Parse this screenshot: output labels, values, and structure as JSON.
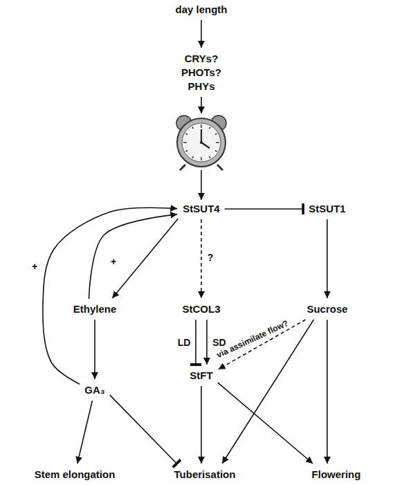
{
  "diagram": {
    "nodes": [
      {
        "text": [
          "day length"
        ]
      },
      {
        "text": [
          "CRYs? PHOTs? PHYs"
        ]
      },
      {
        "text": [
          "StSUT4"
        ]
      },
      {
        "text": [
          "StSUT1"
        ]
      },
      {
        "text": [
          "Ethylene"
        ]
      },
      {
        "text": [
          "StCOL3"
        ]
      },
      {
        "text": [
          "Sucrose"
        ]
      },
      {
        "text": [
          "StFT"
        ]
      },
      {
        "text": [
          "GA₃"
        ]
      },
      {
        "text": [
          "Stem elongation"
        ]
      },
      {
        "text": [
          "Tuberisation"
        ]
      },
      {
        "text": [
          "Flowering"
        ]
      }
    ],
    "edges": [
      {
        "from": 0,
        "to": 1,
        "arrow": "to"
      },
      {
        "from": 2,
        "to": 3,
        "arrow": "to"
      },
      {
        "from": 2,
        "to": 4,
        "arrow": "to"
      },
      {
        "from": 4,
        "to": 2,
        "arrow": "to",
        "label": "+"
      },
      {
        "from": 8,
        "to": 2,
        "arrow": "to",
        "label": "+"
      },
      {
        "from": 2,
        "to": 5,
        "arrow": "to",
        "label": "?"
      },
      {
        "from": 5,
        "to": 7,
        "arrow": "to",
        "label": "LD"
      },
      {
        "from": 5,
        "to": 7,
        "arrow": "to",
        "label": "SD"
      },
      {
        "from": 3,
        "to": 6,
        "arrow": "to"
      },
      {
        "from": 6,
        "to": 7,
        "arrow": "to",
        "label": "via assimilate flow?"
      },
      {
        "from": 4,
        "to": 8,
        "arrow": "to"
      },
      {
        "from": 8,
        "to": 9,
        "arrow": "to"
      },
      {
        "from": 8,
        "to": 10,
        "arrow": "to"
      },
      {
        "from": 7,
        "to": 10,
        "arrow": "to"
      },
      {
        "from": 7,
        "to": 11,
        "arrow": "to"
      },
      {
        "from": 6,
        "to": 10,
        "arrow": "to"
      },
      {
        "from": 6,
        "to": 11,
        "arrow": "to"
      }
    ]
  }
}
